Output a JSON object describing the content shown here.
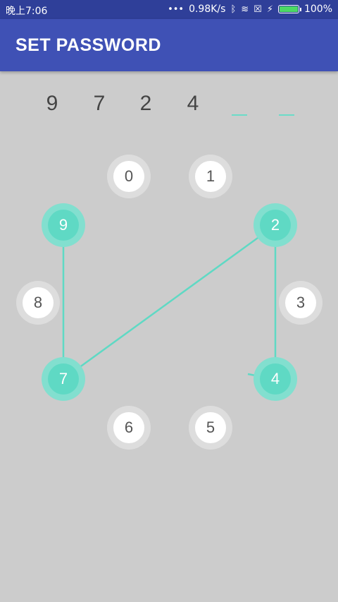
{
  "status": {
    "time": "晚上7:06",
    "dots": "•••",
    "speed": "0.98K/s",
    "bluetooth_icon": "ᛒ",
    "wifi_icon": "≋",
    "sim_icon": "☒",
    "charging_icon": "⚡",
    "battery_percent": "100%"
  },
  "appbar": {
    "title": "SET PASSWORD"
  },
  "entered_digits": [
    "9",
    "7",
    "2",
    "4"
  ],
  "keys": {
    "k0": "0",
    "k1": "1",
    "k2": "2",
    "k3": "3",
    "k4": "4",
    "k5": "5",
    "k6": "6",
    "k7": "7",
    "k8": "8",
    "k9": "9"
  },
  "colors": {
    "accent": "#5fd9c4",
    "appbar": "#3f51b5",
    "statusbar": "#2f3f99",
    "background": "#cccccc"
  }
}
